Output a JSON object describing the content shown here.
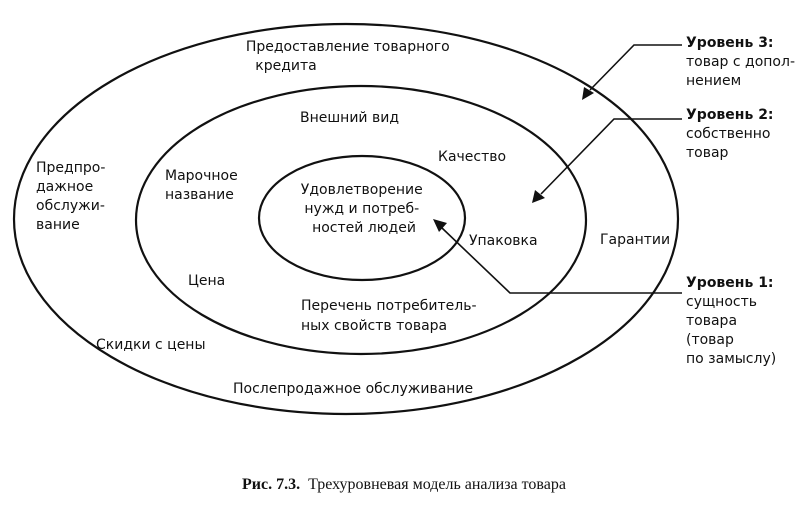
{
  "diagram": {
    "outer_ring": {
      "labels": {
        "credit": [
          "Предоставление товарного",
          "кредита"
        ],
        "presale": [
          "Предпро-",
          "дажное",
          "обслужи-",
          "вание"
        ],
        "discounts": [
          "Скидки с цены"
        ],
        "aftersale": [
          "Послепродажное обслуживание"
        ],
        "warranty": [
          "Гарантии"
        ]
      }
    },
    "middle_ring": {
      "labels": {
        "appearance": [
          "Внешний вид"
        ],
        "quality": [
          "Качество"
        ],
        "brand": [
          "Марочное",
          "название"
        ],
        "packaging": [
          "Упаковка"
        ],
        "price": [
          "Цена"
        ],
        "properties": [
          "Перечень потребитель-",
          "ных свойств товара"
        ]
      }
    },
    "inner_ring": {
      "labels": {
        "needs": [
          "Удовлетворение",
          "нужд и потреб-",
          "ностей людей"
        ]
      }
    },
    "levels": {
      "level3": {
        "title": "Уровень 3:",
        "desc": [
          "товар с допол-",
          "нением"
        ]
      },
      "level2": {
        "title": "Уровень 2:",
        "desc": [
          "собственно",
          "товар"
        ]
      },
      "level1": {
        "title": "Уровень 1:",
        "desc": [
          "сущность",
          "товара",
          "(товар",
          "по замыслу)"
        ]
      }
    }
  },
  "caption": {
    "figure_label": "Рис. 7.3.",
    "figure_title": "Трехуровневая модель анализа товара"
  }
}
